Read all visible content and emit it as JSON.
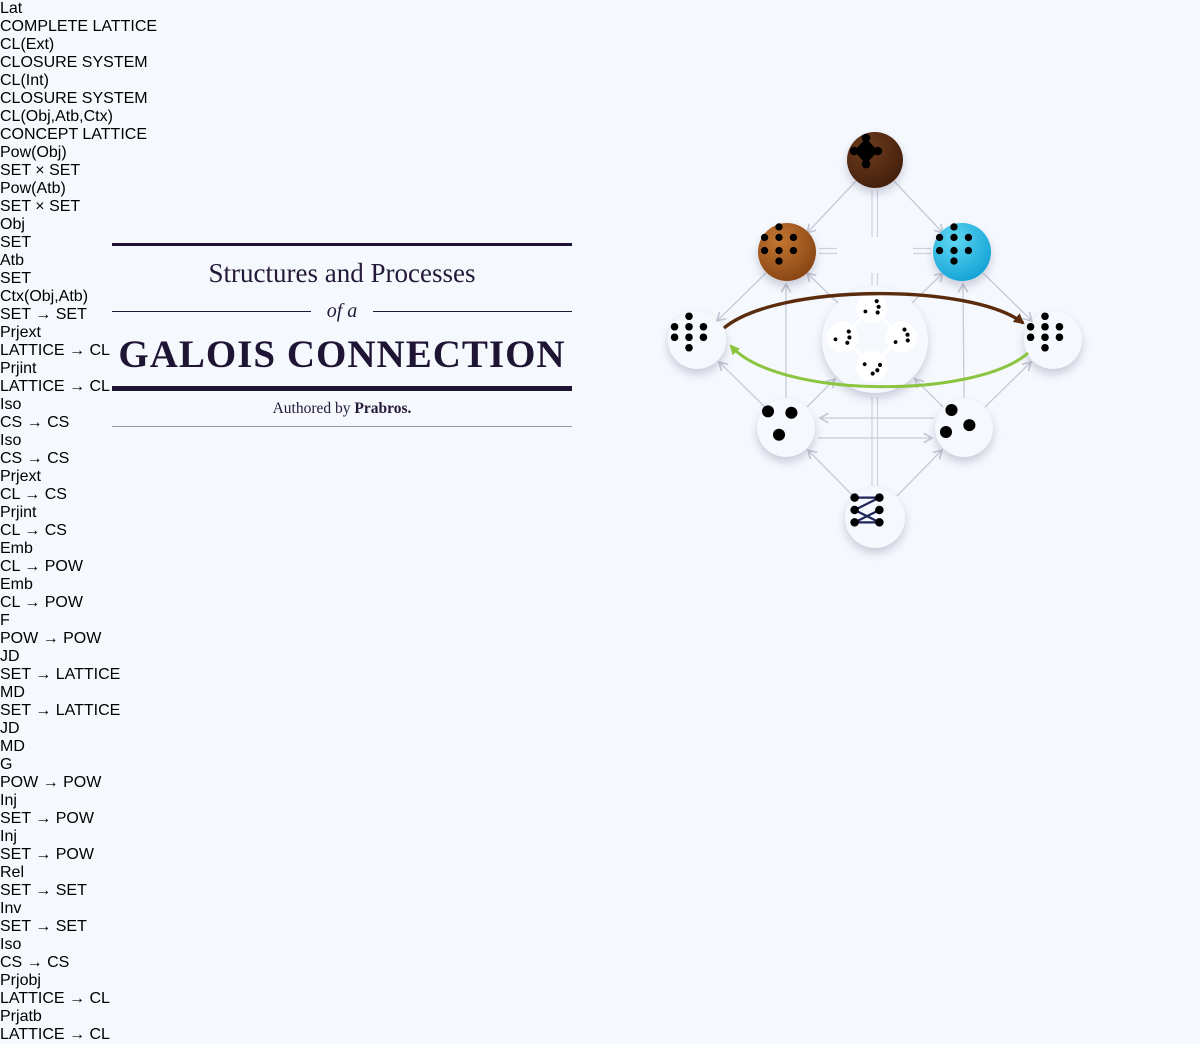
{
  "left_panel": {
    "title_line1": "Structures and Processes",
    "title_connector": "of a",
    "title_line2": "GALOIS CONNECTION",
    "byline_prefix": "Authored by ",
    "byline_author": "Prabros."
  },
  "diagram": {
    "nodes": {
      "lat": {
        "label": "Lat",
        "subtitle": "COMPLETE LATTICE"
      },
      "clext": {
        "label": "CL(Ext)",
        "subtitle": "CLOSURE SYSTEM"
      },
      "clint": {
        "label": "CL(Int)",
        "subtitle": "CLOSURE SYSTEM"
      },
      "concept": {
        "label": "CL(Obj,Atb,Ctx)",
        "subtitle": "CONCEPT LATTICE"
      },
      "powobj": {
        "label": "Pow(Obj)",
        "subtitle": "SET × SET"
      },
      "powatb": {
        "label": "Pow(Atb)",
        "subtitle": "SET × SET"
      },
      "obj": {
        "label": "Obj",
        "subtitle": "SET"
      },
      "atb": {
        "label": "Atb",
        "subtitle": "SET"
      },
      "ctx": {
        "label": "Ctx(Obj,Atb)",
        "subtitle": "SET → SET"
      }
    },
    "edges": {
      "prj_ext_top": {
        "main": "Prj",
        "subscript": "ext",
        "type": "LATTICE → CL"
      },
      "prj_int_top": {
        "main": "Prj",
        "subscript": "int",
        "type": "LATTICE → CL"
      },
      "iso_top": {
        "main": "Iso",
        "type": "CS → CS"
      },
      "iso_right": {
        "main": "Iso",
        "type": "CS → CS"
      },
      "prj_ext_mid": {
        "main": "Prj",
        "subscript": "ext",
        "type": "CL → CS"
      },
      "prj_int_mid": {
        "main": "Prj",
        "subscript": "int",
        "type": "CL → CS"
      },
      "emb_left": {
        "main": "Emb",
        "type": "CL → POW"
      },
      "emb_right": {
        "main": "Emb",
        "type": "CL → POW"
      },
      "f": {
        "main": "F",
        "type": "POW → POW"
      },
      "g": {
        "main": "G",
        "type": "POW → POW"
      },
      "jd_left": {
        "main": "JD",
        "type": "SET → LATTICE"
      },
      "md_right": {
        "main": "MD",
        "type": "SET → LATTICE"
      },
      "jd_center": {
        "main": "JD"
      },
      "md_center": {
        "main": "MD"
      },
      "inj_left": {
        "main": "Inj",
        "type": "SET → POW"
      },
      "inj_right": {
        "main": "Inj",
        "type": "SET → POW"
      },
      "rel": {
        "main": "Rel",
        "type": "SET → SET"
      },
      "inv": {
        "main": "Inv",
        "type": "SET → SET"
      },
      "iso_bottom": {
        "main": "Iso",
        "type": "CS → CS"
      },
      "prj_obj": {
        "main": "Prj",
        "subscript": "obj",
        "type": "LATTICE → CL"
      },
      "prj_atb": {
        "main": "Prj",
        "subscript": "atb",
        "type": "LATTICE → CL"
      }
    },
    "colors": {
      "background": "#f5f8fd",
      "title_ink": "#1e1433",
      "edge_gray": "#c7cbd6",
      "f_arc": "#5a2c0d",
      "g_arc": "#8bc53f",
      "node_lat": "#46220e",
      "node_clext": "#8a4715",
      "node_clint": "#14a3d6",
      "node_concept": "#7a3ec6",
      "node_powobj": "#e0a417",
      "node_powatb": "#1d74cc",
      "node_obj": "#ecbf15",
      "node_atb": "#3c9125",
      "node_ctx": "#85b232"
    }
  }
}
